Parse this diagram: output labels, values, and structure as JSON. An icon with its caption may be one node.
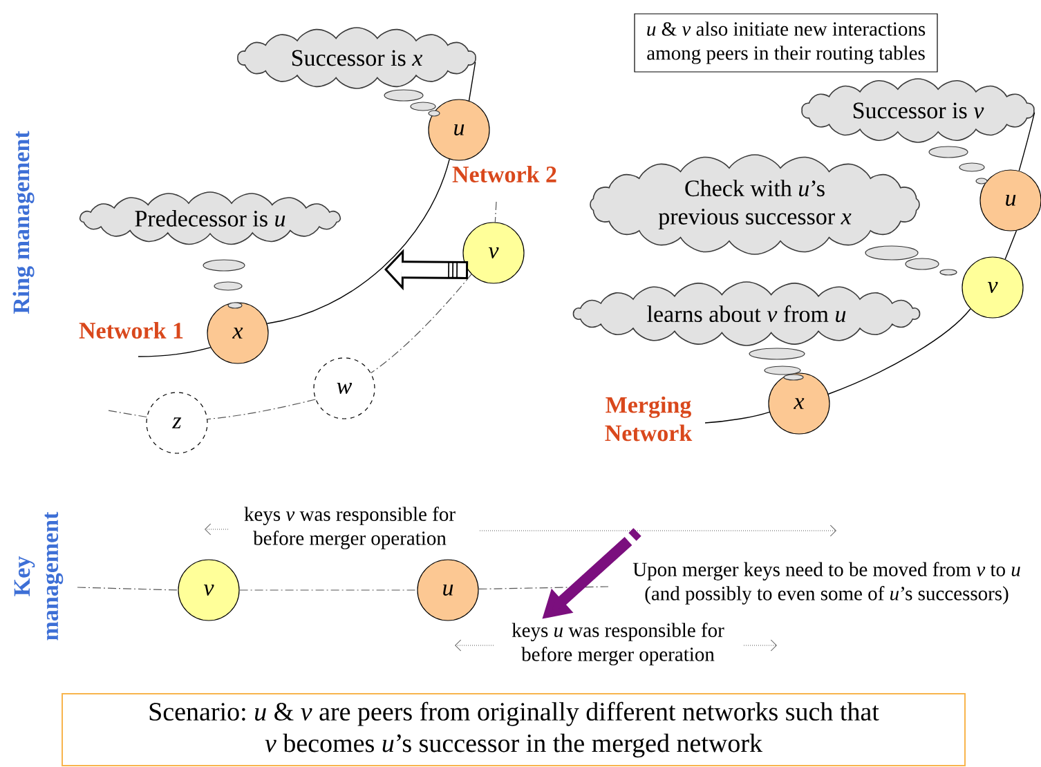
{
  "diagram": {
    "nodes": [
      {
        "text": [
          "Successor is *x*"
        ]
      },
      {
        "text": [
          "u"
        ]
      },
      {
        "text": [
          "Predecessor is *u*"
        ]
      },
      {
        "text": [
          "v"
        ]
      },
      {
        "text": [
          "x"
        ]
      },
      {
        "text": [
          "w"
        ]
      },
      {
        "text": [
          "z"
        ]
      },
      {
        "text": [
          "*u* & *v* also initiate new interactions among peers in their routing tables"
        ]
      },
      {
        "text": [
          "Successor is *v*"
        ]
      },
      {
        "text": [
          "u"
        ]
      },
      {
        "text": [
          "Check with *u*’s previous successor *x*"
        ]
      },
      {
        "text": [
          "v"
        ]
      },
      {
        "text": [
          "learns about *v* from *u*"
        ]
      },
      {
        "text": [
          "x"
        ]
      },
      {
        "text": [
          "v"
        ]
      },
      {
        "text": [
          "u"
        ]
      },
      {
        "text": [
          "Scenario: *u* & *v* are peers from originally different networks such that *v* becomes *u*’s successor in the merged network"
        ]
      }
    ],
    "edges": [
      {
        "from": null,
        "to": 4,
        "arrow": "none"
      },
      {
        "from": 4,
        "to": 1,
        "arrow": "none"
      },
      {
        "from": 1,
        "to": 0,
        "arrow": "none"
      },
      {
        "from": null,
        "to": 3,
        "arrow": "none",
        "style": "dashed"
      },
      {
        "from": 3,
        "to": 5,
        "arrow": "none",
        "style": "dashed"
      },
      {
        "from": 5,
        "to": 6,
        "arrow": "none",
        "style": "dashed"
      },
      {
        "from": 6,
        "to": null,
        "arrow": "none",
        "style": "dashed"
      },
      {
        "from": 3,
        "to": null,
        "arrow": "to",
        "style": "thick"
      },
      {
        "from": null,
        "to": 13,
        "arrow": "none"
      },
      {
        "from": 13,
        "to": 11,
        "arrow": "none"
      },
      {
        "from": 11,
        "to": 9,
        "arrow": "none"
      },
      {
        "from": 9,
        "to": 8,
        "arrow": "none"
      },
      {
        "from": null,
        "to": 14,
        "arrow": "none",
        "style": "dashed"
      },
      {
        "from": 14,
        "to": 15,
        "arrow": "none",
        "style": "dashed"
      },
      {
        "from": 15,
        "to": null,
        "arrow": "none",
        "style": "dashed"
      }
    ],
    "labels": [
      "Ring management",
      "Network 2",
      "Network 1",
      "Merging Network",
      "Key management",
      "keys *v* was responsible for before merger operation",
      "Upon merger keys need to be moved from *v* to *u* (and possibly to even some of *u*’s successors)",
      "keys *u* was responsible for before merger operation"
    ]
  }
}
